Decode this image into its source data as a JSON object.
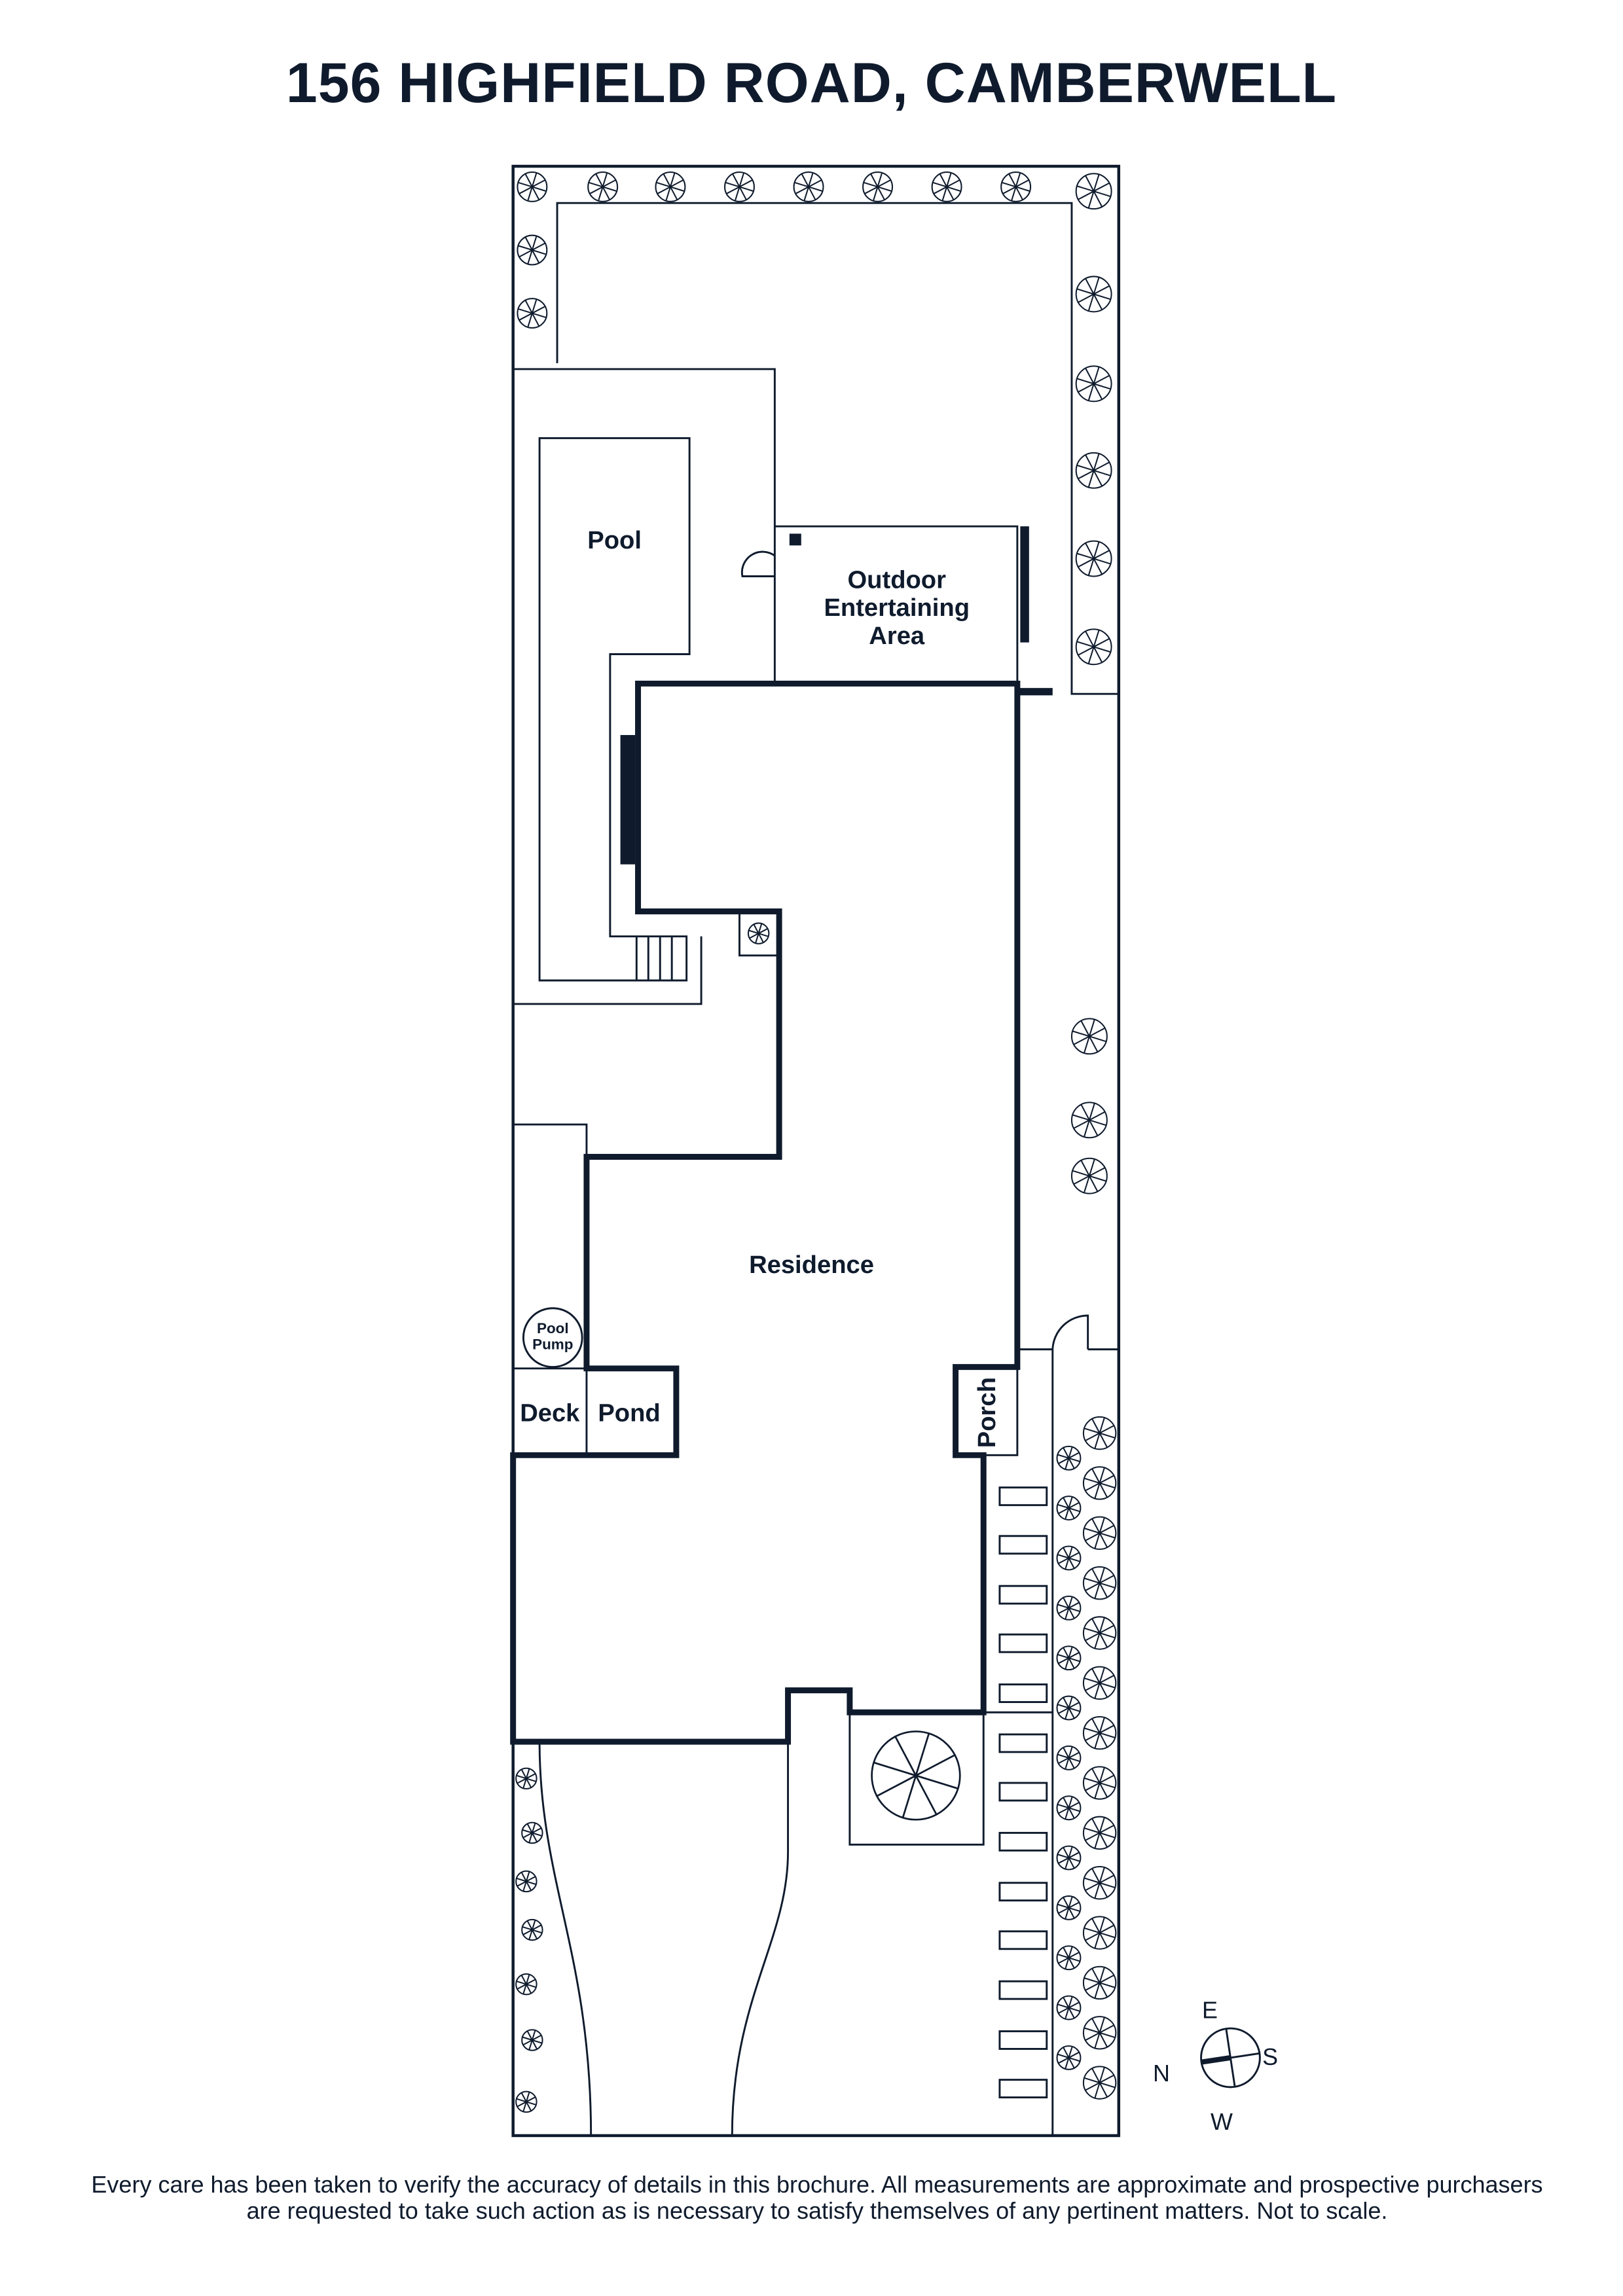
{
  "title": "156 HIGHFIELD ROAD, CAMBERWELL",
  "rooms": {
    "pool": "Pool",
    "outdoor_1": "Outdoor",
    "outdoor_2": "Entertaining",
    "outdoor_3": "Area",
    "residence": "Residence",
    "pool_pump_1": "Pool",
    "pool_pump_2": "Pump",
    "deck": "Deck",
    "pond": "Pond",
    "porch": "Porch"
  },
  "compass": {
    "n": "N",
    "e": "E",
    "s": "S",
    "w": "W"
  },
  "disclaimer": "Every care has been taken to verify the accuracy of details in this brochure. All measurements are approximate and prospective purchasers are requested to take such action as is necessary to satisfy themselves of any pertinent matters. Not to scale.",
  "colors": {
    "ink": "#0f1b2d"
  }
}
